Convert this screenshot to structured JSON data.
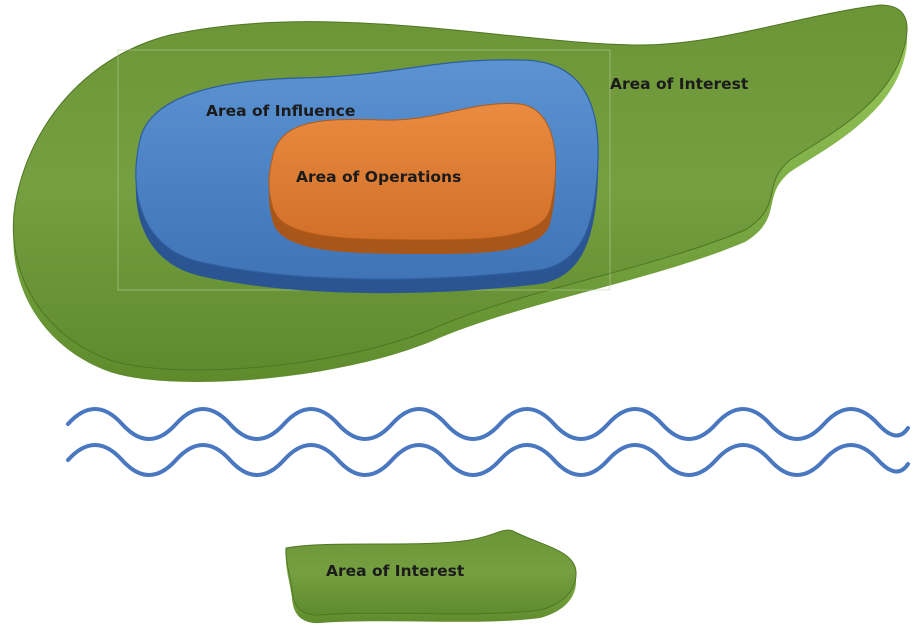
{
  "diagram": {
    "labels": {
      "area_of_interest": "Area of Interest",
      "area_of_influence": "Area of Influence",
      "area_of_operations": "Area of Operations",
      "area_of_interest_small": "Area of Interest"
    },
    "colors": {
      "interest_green": "#6f9a3c",
      "interest_edge": "#8fbf52",
      "influence_blue": "#4f86c6",
      "influence_edge": "#2e5e9e",
      "operations_orange": "#e07f35",
      "operations_edge": "#b25a17",
      "wave_blue": "#4a78c0"
    },
    "icons": {
      "separator": "wavy-line-break"
    }
  }
}
